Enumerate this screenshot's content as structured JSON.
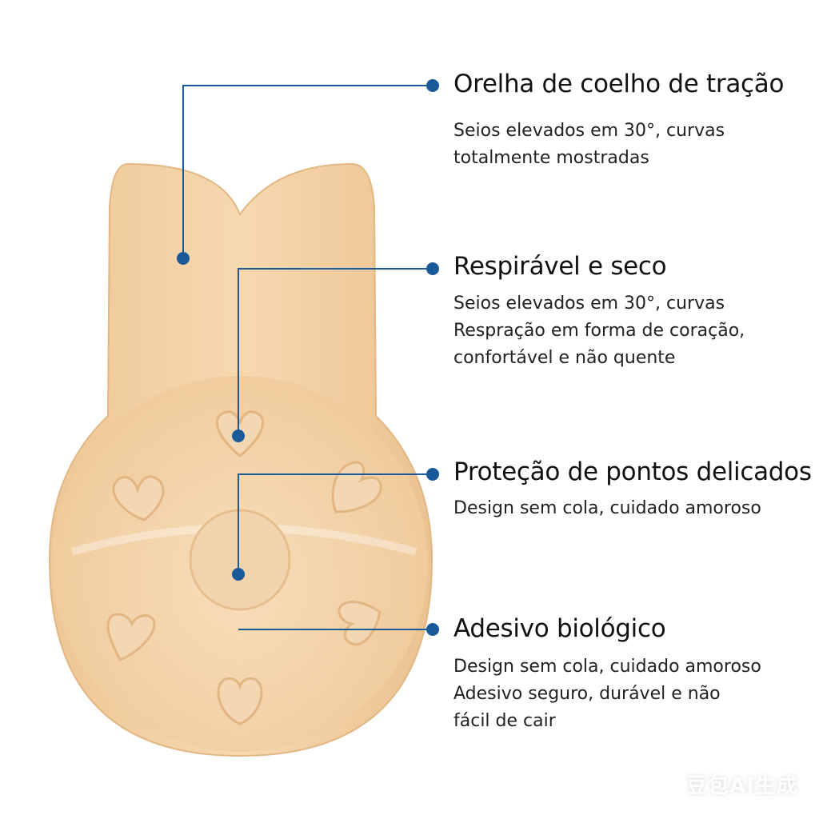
{
  "colors": {
    "accent": "#1a5a99",
    "product": "#f2d1a6"
  },
  "features": [
    {
      "title": "Orelha de coelho de tração",
      "lines": [
        "Seios elevados em 30°, curvas",
        "totalmente mostradas"
      ]
    },
    {
      "title": "Respirável e seco",
      "lines": [
        "Seios elevados em 30°, curvas",
        "Respração em forma de coração,",
        "confortável e não quente"
      ]
    },
    {
      "title": "Proteção de pontos delicados",
      "lines": [
        "Design sem cola, cuidado amoroso"
      ]
    },
    {
      "title": "Adesivo biológico",
      "lines": [
        "Design sem cola, cuidado amoroso",
        "Adesivo seguro, durável e não",
        "fácil de cair"
      ]
    }
  ],
  "watermark": "豆包AI生成"
}
